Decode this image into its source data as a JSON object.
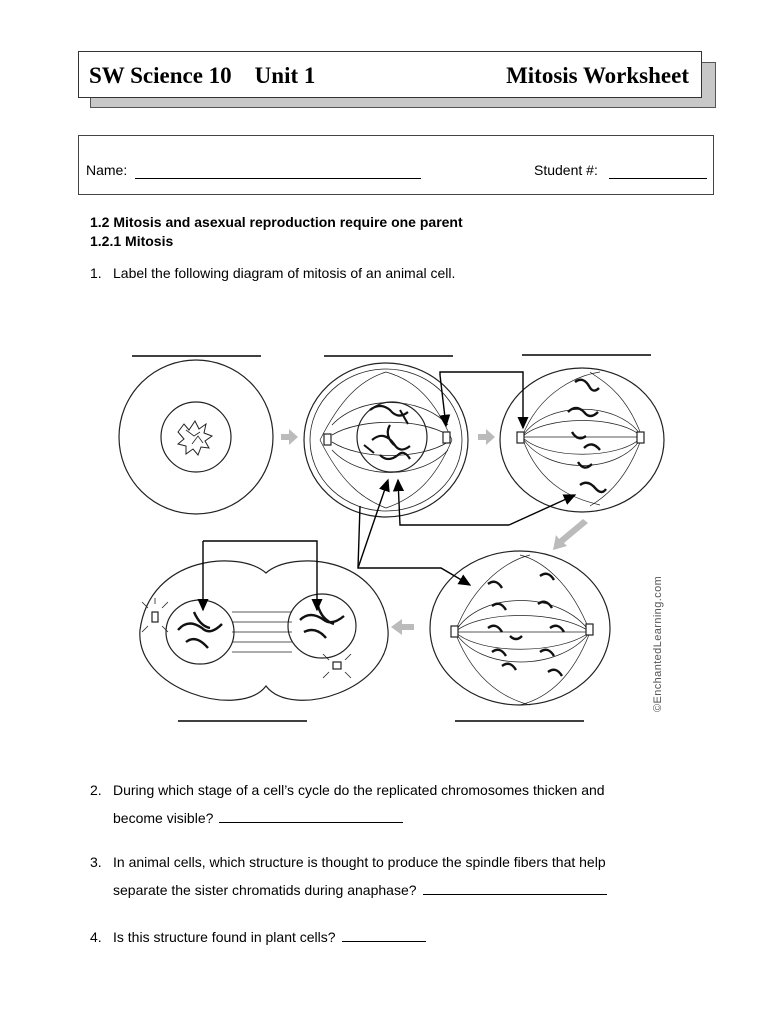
{
  "header": {
    "course": "SW Science 10    Unit 1",
    "title": "Mitosis Worksheet"
  },
  "student_info": {
    "name_label": "Name:",
    "student_label": "Student #:"
  },
  "sections": {
    "heading": "1.2  Mitosis and asexual reproduction require one parent",
    "subheading": "1.2.1 Mitosis"
  },
  "questions": [
    {
      "num": "1.",
      "line1": "Label the following diagram of mitosis of an animal cell."
    },
    {
      "num": "2.",
      "line1": "During which stage of a cell’s cycle do the replicated chromosomes thicken and",
      "line2": "become visible?"
    },
    {
      "num": "3.",
      "line1": "In animal cells, which structure is thought to produce the spindle fibers that help",
      "line2": "separate the sister chromatids during anaphase?"
    },
    {
      "num": "4.",
      "line1": "Is this structure found in plant cells?"
    }
  ],
  "diagram": {
    "credit": "©EnchantedLearning.com",
    "stages": [
      "interphase-cell",
      "prophase-cell",
      "metaphase-cell",
      "anaphase-cell",
      "telophase-cell"
    ]
  }
}
